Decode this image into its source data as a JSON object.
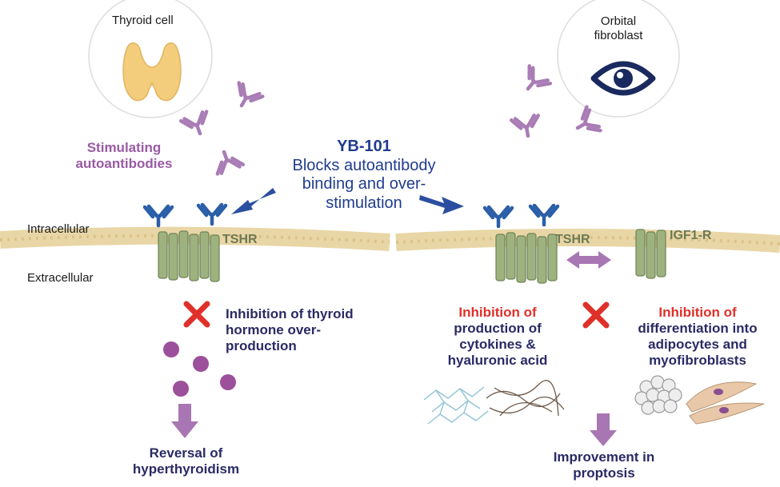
{
  "labels": {
    "thyroid_cell": "Thyroid cell",
    "orbital_fibroblast_1": "Orbital",
    "orbital_fibroblast_2": "fibroblast",
    "stimulating_1": "Stimulating",
    "stimulating_2": "autoantibodies",
    "drug_name": "YB-101",
    "drug_desc_1": "Blocks autoantibody",
    "drug_desc_2": "binding and over-",
    "drug_desc_3": "stimulation",
    "intracellular": "Intracellular",
    "extracellular": "Extracellular",
    "tshr_left": "TSHR",
    "tshr_right": "TSHR",
    "igf1r": "IGF1-R",
    "inhib_thyroid_1": "Inhibition of thyroid",
    "inhib_thyroid_2": "hormone over-",
    "inhib_thyroid_3": "production",
    "inhib_cyto_1": "Inhibition of",
    "inhib_cyto_2": "production of",
    "inhib_cyto_3": "cytokines &",
    "inhib_cyto_4": "hyaluronic acid",
    "inhib_diff_1": "Inhibition of",
    "inhib_diff_2": "differentiation into",
    "inhib_diff_3": "adipocytes and",
    "inhib_diff_4": "myofibroblasts",
    "reversal_1": "Reversal of",
    "reversal_2": "hyperthyroidism",
    "improvement_1": "Improvement in",
    "improvement_2": "proptosis"
  },
  "colors": {
    "antibody_purple": "#a97cb5",
    "antibody_blue": "#2a5fa8",
    "receptor_green": "#9db27e",
    "arrow_blue": "#2b4fa0",
    "arrow_purple": "#a876b3",
    "inhibit_red": "#e0302a",
    "membrane": "#e9d6a6",
    "hormone": "#9c4f9a",
    "eye_navy": "#1a2a5e",
    "thyroid": "#f3cd7c"
  },
  "icons": [
    "thyroid-gland-icon",
    "eye-icon",
    "inhibition-x-icon",
    "down-arrow-icon",
    "antibody-icon"
  ]
}
